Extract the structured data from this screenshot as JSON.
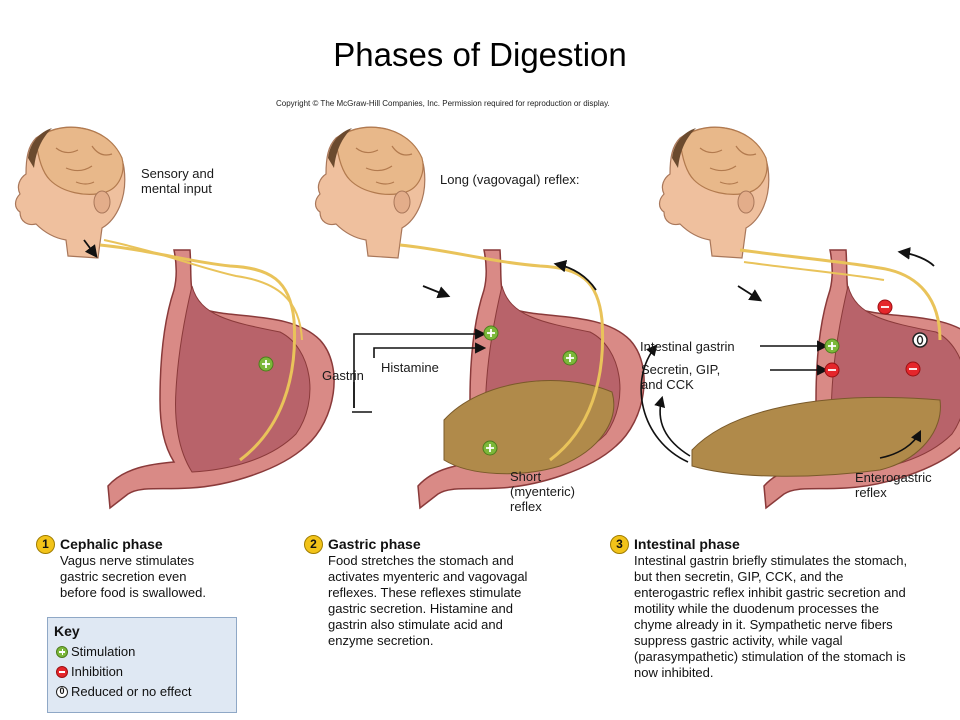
{
  "title": "Phases of Digestion",
  "copyright": "Copyright © The McGraw-Hill Companies, Inc. Permission required for reproduction or display.",
  "labels": {
    "sensory": [
      "Sensory and",
      "mental input"
    ],
    "long_reflex": "Long (vagovagal) reflex:",
    "gastrin": "Gastrin",
    "histamine": "Histamine",
    "short_reflex": [
      "Short",
      "(myenteric)",
      "reflex"
    ],
    "intestinal_gastrin": "Intestinal gastrin",
    "secretin": [
      "Secretin, GIP,",
      "and CCK"
    ],
    "enterogastric": [
      "Enterogastric",
      "reflex"
    ]
  },
  "phases": [
    {
      "num": "1",
      "title": "Cephalic phase",
      "lines": [
        "Vagus nerve stimulates",
        "gastric secretion even",
        "before food is swallowed."
      ]
    },
    {
      "num": "2",
      "title": "Gastric phase",
      "lines": [
        "Food stretches the stomach and",
        "activates myenteric and vagovagal",
        "reflexes. These reflexes stimulate",
        "gastric secretion. Histamine and",
        "gastrin also stimulate acid and",
        "enzyme secretion."
      ]
    },
    {
      "num": "3",
      "title": "Intestinal phase",
      "lines": [
        "Intestinal gastrin briefly stimulates the stomach,",
        "but then secretin, GIP, CCK, and the",
        "enterogastric reflex inhibit gastric secretion and",
        "motility while the duodenum processes the",
        "chyme already in it. Sympathetic nerve fibers",
        "suppress gastric activity, while vagal",
        "(parasympathetic) stimulation of the stomach is",
        "now inhibited."
      ]
    }
  ],
  "key": {
    "title": "Key",
    "stimulation": "Stimulation",
    "inhibition": "Inhibition",
    "reduced": "Reduced or no effect",
    "zero_symbol": "0"
  },
  "colors": {
    "nerve": "#e9c35a",
    "stomach_outer": "#d98a86",
    "stomach_inner": "#b8636a",
    "chyme": "#b08a4a",
    "skin": "#efc09e",
    "brain": "#e8b88a",
    "hair": "#6b4a2e",
    "stimulation": "#7cb83a",
    "inhibition": "#e5262b",
    "phase_number": "#f2c319",
    "key_bg": "#dfe8f3"
  }
}
